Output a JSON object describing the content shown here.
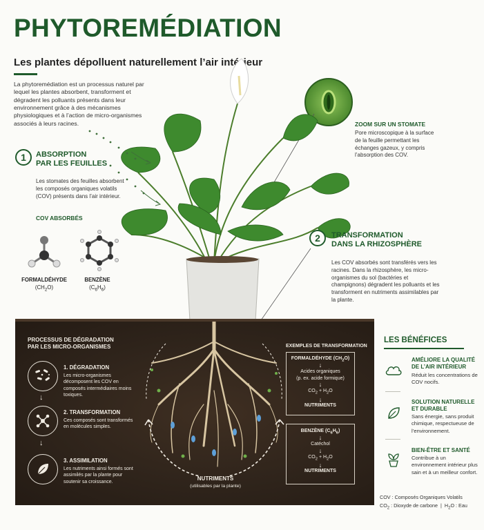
{
  "header": {
    "title": "PHYTOREMÉDIATION",
    "subtitle": "Les plantes dépolluent naturellement l’air intérieur",
    "intro": "La phytoremédiation est un processus naturel par lequel les plantes absorbent, transforment et dégradent les polluants présents dans leur environnement grâce à des mécanismes physiologiques et à l’action de micro-organismes associés à leurs racines."
  },
  "stomate": {
    "title": "ZOOM SUR UN STOMATE",
    "text": "Pore microscopique à la surface de la feuille permettant les échanges gazeux, y compris l’absorption des COV."
  },
  "step1": {
    "number": "1",
    "title": "ABSORPTION\nPAR LES FEUILLES",
    "text": "Les stomates des feuilles absorbent les composés organiques volatils (COV) présents dans l’air intérieur."
  },
  "cov": {
    "title": "COV ABSORBÉS",
    "molecules": [
      {
        "name": "FORMALDÉHYDE",
        "formula_main": "CH",
        "formula_sub": "2",
        "formula_tail": "O"
      },
      {
        "name": "BENZÈNE",
        "formula_main": "C",
        "formula_sub": "6",
        "formula_mid": "H",
        "formula_sub2": "6"
      }
    ]
  },
  "step2": {
    "number": "2",
    "title": "TRANSFORMATION\nDANS LA RHIZOSPHÈRE",
    "text": "Les COV absorbés sont transférés vers les racines. Dans la rhizosphère, les micro-organismes du sol (bactéries et champignons) dégradent les polluants et les transforment en nutriments assimilables par la plante."
  },
  "process": {
    "title": "PROCESSUS DE DÉGRADATION\nPAR LES MICRO-ORGANISMES",
    "steps": [
      {
        "title": "1. DÉGRADATION",
        "text": "Les micro-organismes décomposent les COV en composés intermédiaires moins toxiques."
      },
      {
        "title": "2. TRANSFORMATION",
        "text": "Ces composés sont transformés en molécules simples."
      },
      {
        "title": "3. ASSIMILATION",
        "text": "Les nutriments ainsi formés sont assimilés par la plante pour soutenir sa croissance."
      }
    ]
  },
  "nutrients": {
    "label": "NUTRIMENTS",
    "note": "(utilisables par la plante)"
  },
  "examples": {
    "title": "EXEMPLES DE TRANSFORMATION",
    "box1": {
      "head": "FORMALDÉHYDE (CH",
      "head_sub": "2",
      "head_tail": "O)",
      "mid1": "Acides organiques",
      "mid2": "(p. ex. acide formique)",
      "co2": "CO",
      "co2_sub": "2",
      "plus": "+",
      "h2o": "H",
      "h2o_sub": "2",
      "h2o_tail": "O",
      "end": "NUTRIMENTS"
    },
    "box2": {
      "head": "BENZÈNE (C",
      "head_sub": "6",
      "head_mid": "H",
      "head_sub2": "6",
      "head_tail": ")",
      "mid1": "Catéchol",
      "co2": "CO",
      "co2_sub": "2",
      "plus": "+",
      "h2o": "H",
      "h2o_sub": "2",
      "h2o_tail": "O",
      "end": "NUTRIMENTS"
    },
    "arrow": "↓"
  },
  "benefits": {
    "title": "LES BÉNÉFICES",
    "items": [
      {
        "title": "AMÉLIORE LA QUALITÉ\nDE L’AIR INTÉRIEUR",
        "text": "Réduit les concentrations de COV nocifs.",
        "icon": "cloud-icon"
      },
      {
        "title": "SOLUTION NATURELLE\nET DURABLE",
        "text": "Sans énergie, sans produit chimique, respectueuse de l’environnement.",
        "icon": "leaf-icon"
      },
      {
        "title": "BIEN-ÊTRE ET SANTÉ",
        "text": "Contribue à un environnement intérieur plus sain et à un meilleur confort.",
        "icon": "potted-plant-icon"
      }
    ]
  },
  "footer": {
    "line1": "COV : Composés Organiques Volatils",
    "co2": "CO",
    "co2_sub": "2",
    "co2_text": " : Dioxyde de carbone",
    "sep": "|",
    "h2o": "H",
    "h2o_sub": "2",
    "h2o_text": "O : Eau"
  },
  "colors": {
    "accent": "#1f5a2b",
    "soil": "#2f241b",
    "background": "#fbfbf8"
  }
}
